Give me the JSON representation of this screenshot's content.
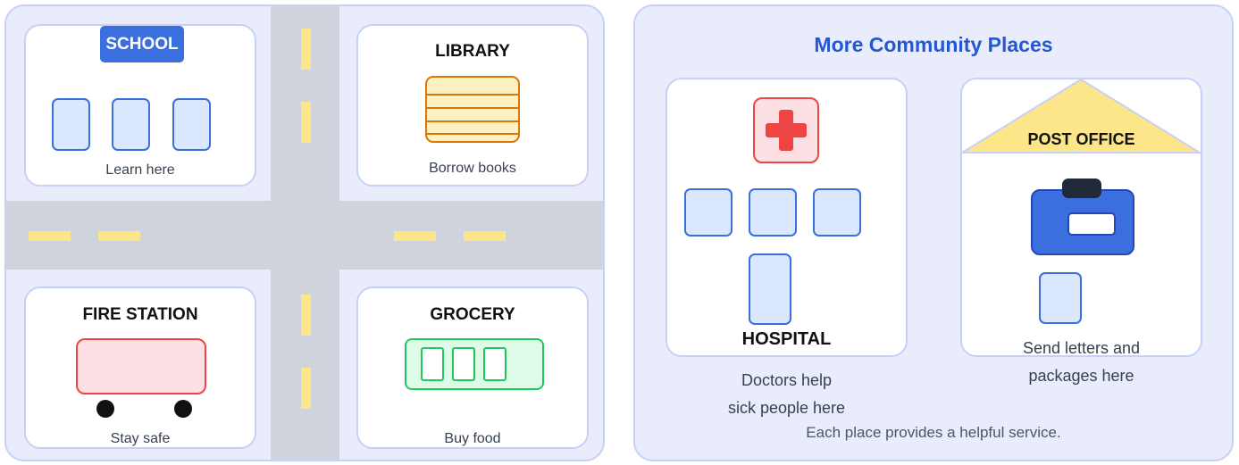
{
  "map": {
    "school": {
      "title": "SCHOOL",
      "caption": "Learn here"
    },
    "library": {
      "title": "LIBRARY",
      "caption": "Borrow books"
    },
    "fire_station": {
      "title": "FIRE STATION",
      "caption": "Stay safe"
    },
    "grocery": {
      "title": "GROCERY",
      "caption": "Buy food"
    }
  },
  "places": {
    "title": "More Community Places",
    "hospital": {
      "title": "HOSPITAL",
      "caption_line1": "Doctors help",
      "caption_line2": "sick people here"
    },
    "post_office": {
      "title": "POST OFFICE",
      "caption_line1": "Send letters and",
      "caption_line2": "packages here"
    },
    "footer": "Each place provides a helpful service."
  },
  "colors": {
    "accent_blue": "#3b6fe0",
    "title_blue": "#2458d3",
    "hospital_red": "#ef4444",
    "road_gray": "#cfd3db",
    "road_dash_yellow": "#fde68a",
    "roof_yellow": "#fde68a",
    "library_orange": "#d97706",
    "grocery_green": "#22c55e"
  }
}
